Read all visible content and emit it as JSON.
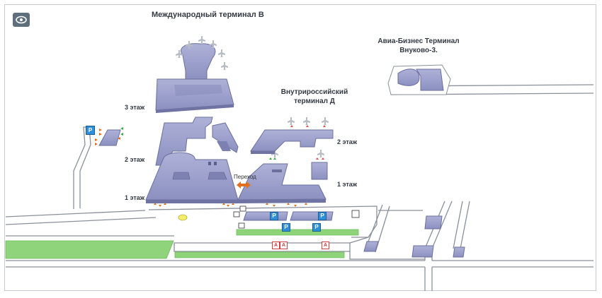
{
  "map": {
    "terminal_b_title": "Международный терминал В",
    "terminal_d_title_line1": "Внутрироссийский",
    "terminal_d_title_line2": "терминал Д",
    "avia_title_line1": "Авиа-Бизнес Терминал",
    "avia_title_line2": "Внуково-3.",
    "floor_3_b": "3 этаж",
    "floor_2_b": "2 этаж",
    "floor_1_b": "1 этаж",
    "floor_2_d": "2 этаж",
    "floor_1_d": "1 этаж",
    "transfer_label": "Переход",
    "parking_label": "P",
    "bus_label": "A"
  },
  "toolbar": {
    "view_icon": "eye-icon"
  },
  "colors": {
    "building_fill": "#9b9fc9",
    "building_stroke": "#6b6f9e",
    "road_stroke": "#8a909a",
    "grass": "#8fd47a",
    "parking_blue": "#2f8fd8",
    "bus_red": "#d04040",
    "transfer_arrow": "#e07020"
  }
}
